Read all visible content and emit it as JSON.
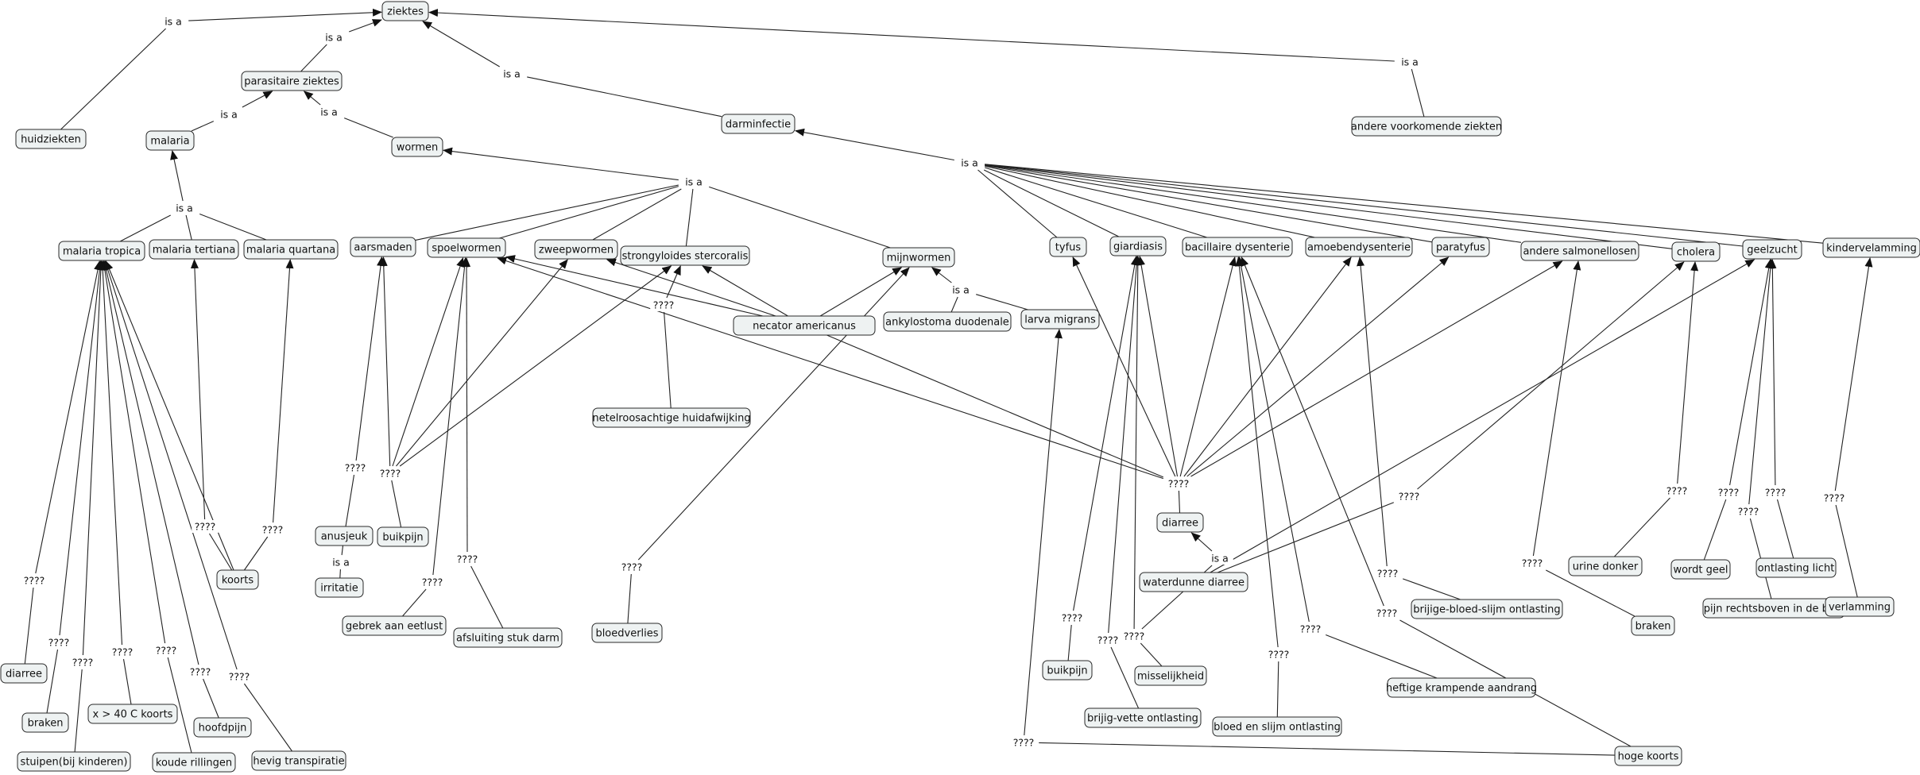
{
  "concept_map": {
    "accent_colors": {
      "node_fill": "#eef2f2",
      "node_border": "#2a2a2a",
      "line": "#222222"
    },
    "concepts": [
      {
        "id": "ziektes",
        "label": "ziektes"
      },
      {
        "id": "huidziekten",
        "label": "huidziekten"
      },
      {
        "id": "parasitaire",
        "label": "parasitaire ziektes"
      },
      {
        "id": "darminfectie",
        "label": "darminfectie"
      },
      {
        "id": "andere_voorkomende",
        "label": "andere voorkomende ziekten"
      },
      {
        "id": "malaria",
        "label": "malaria"
      },
      {
        "id": "wormen",
        "label": "wormen"
      },
      {
        "id": "malaria_tropica",
        "label": "malaria tropica"
      },
      {
        "id": "malaria_tertiana",
        "label": "malaria tertiana"
      },
      {
        "id": "malaria_quartana",
        "label": "malaria quartana"
      },
      {
        "id": "aarsmaden",
        "label": "aarsmaden"
      },
      {
        "id": "spoelwormen",
        "label": "spoelwormen"
      },
      {
        "id": "zweepwormen",
        "label": "zweepwormen"
      },
      {
        "id": "strongyloides",
        "label": "strongyloides stercoralis"
      },
      {
        "id": "mijnwormen",
        "label": "mijnwormen"
      },
      {
        "id": "necator",
        "label": "necator americanus"
      },
      {
        "id": "ankylostoma",
        "label": "ankylostoma duodenale"
      },
      {
        "id": "larva",
        "label": "larva migrans"
      },
      {
        "id": "tyfus",
        "label": "tyfus"
      },
      {
        "id": "giardiasis",
        "label": "giardiasis"
      },
      {
        "id": "bacillaire",
        "label": "bacillaire dysenterie"
      },
      {
        "id": "amoeben",
        "label": "amoebendysenterie"
      },
      {
        "id": "paratyfus",
        "label": "paratyfus"
      },
      {
        "id": "salmonellosen",
        "label": "andere salmonellosen"
      },
      {
        "id": "cholera",
        "label": "cholera"
      },
      {
        "id": "geelzucht",
        "label": "geelzucht"
      },
      {
        "id": "kinderverlamming",
        "label": "kindervelamming"
      },
      {
        "id": "netelroos",
        "label": "netelroosachtige huidafwijking"
      },
      {
        "id": "anusjeuk",
        "label": "anusjeuk"
      },
      {
        "id": "buikpijn1",
        "label": "buikpijn"
      },
      {
        "id": "irritatie",
        "label": "irritatie"
      },
      {
        "id": "gebrek",
        "label": "gebrek aan eetlust"
      },
      {
        "id": "afsluiting",
        "label": "afsluiting stuk darm"
      },
      {
        "id": "bloedverlies",
        "label": "bloedverlies"
      },
      {
        "id": "koorts",
        "label": "koorts"
      },
      {
        "id": "diarree1",
        "label": "diarree"
      },
      {
        "id": "braken1",
        "label": "braken"
      },
      {
        "id": "x40",
        "label": "x > 40 C koorts"
      },
      {
        "id": "hoofdpijn",
        "label": "hoofdpijn"
      },
      {
        "id": "stuipen",
        "label": "stuipen(bij kinderen)"
      },
      {
        "id": "rillingen",
        "label": "koude rillingen"
      },
      {
        "id": "transpiratie",
        "label": "hevig transpiratie"
      },
      {
        "id": "diarree2",
        "label": "diarree"
      },
      {
        "id": "waterdunne",
        "label": "waterdunne diarree"
      },
      {
        "id": "buikpijn2",
        "label": "buikpijn"
      },
      {
        "id": "misselijkheid",
        "label": "misselijkheid"
      },
      {
        "id": "brijig_vette",
        "label": "brijig-vette ontlasting"
      },
      {
        "id": "bloed_slijm",
        "label": "bloed en slijm ontlasting"
      },
      {
        "id": "brijige_bloed",
        "label": "brijige-bloed-slijm ontlasting"
      },
      {
        "id": "krampende",
        "label": "heftige krampende aandrang"
      },
      {
        "id": "hoge_koorts",
        "label": "hoge koorts"
      },
      {
        "id": "braken2",
        "label": "braken"
      },
      {
        "id": "urine",
        "label": "urine donker"
      },
      {
        "id": "wordt_geel",
        "label": "wordt geel"
      },
      {
        "id": "ontlasting_licht",
        "label": "ontlasting licht"
      },
      {
        "id": "pijn_rechts",
        "label": "pijn rechtsboven in de buik"
      },
      {
        "id": "verlamming",
        "label": "verlamming"
      }
    ],
    "phrases": [
      {
        "id": "p_isa_huid",
        "label": "is a"
      },
      {
        "id": "p_isa_par",
        "label": "is a"
      },
      {
        "id": "p_isa_darm",
        "label": "is a"
      },
      {
        "id": "p_isa_andere",
        "label": "is a"
      },
      {
        "id": "p_isa_malaria",
        "label": "is a"
      },
      {
        "id": "p_isa_wormen",
        "label": "is a"
      },
      {
        "id": "p_isa_mal_types",
        "label": "is a"
      },
      {
        "id": "p_isa_worm_types",
        "label": "is a"
      },
      {
        "id": "p_isa_ank",
        "label": "is a"
      },
      {
        "id": "p_isa_darm_types",
        "label": "is a"
      },
      {
        "id": "p_isa_irr",
        "label": "is a"
      },
      {
        "id": "p_isa_water",
        "label": "is a"
      },
      {
        "id": "q_mt_diarree",
        "label": "????"
      },
      {
        "id": "q_mt_braken",
        "label": "????"
      },
      {
        "id": "q_mt_stuipen",
        "label": "????"
      },
      {
        "id": "q_mt_x40",
        "label": "????"
      },
      {
        "id": "q_mt_rillingen",
        "label": "????"
      },
      {
        "id": "q_mt_hoofdpijn",
        "label": "????"
      },
      {
        "id": "q_mt_transp",
        "label": "????"
      },
      {
        "id": "q_koorts_l",
        "label": "????"
      },
      {
        "id": "q_koorts_r",
        "label": "????"
      },
      {
        "id": "q_anus",
        "label": "????"
      },
      {
        "id": "q_buik_w",
        "label": "????"
      },
      {
        "id": "q_gebrek",
        "label": "????"
      },
      {
        "id": "q_afsl",
        "label": "????"
      },
      {
        "id": "q_bloedv",
        "label": "????"
      },
      {
        "id": "q_netel",
        "label": "????"
      },
      {
        "id": "q_diarree",
        "label": "????"
      },
      {
        "id": "q_water",
        "label": "????"
      },
      {
        "id": "q_buik_g",
        "label": "????"
      },
      {
        "id": "q_brijig",
        "label": "????"
      },
      {
        "id": "q_missel",
        "label": "????"
      },
      {
        "id": "q_bloed_slijm",
        "label": "????"
      },
      {
        "id": "q_kramp",
        "label": "????"
      },
      {
        "id": "q_hoge",
        "label": "????"
      },
      {
        "id": "q_brijige",
        "label": "????"
      },
      {
        "id": "q_hoge_koorts",
        "label": "????"
      },
      {
        "id": "q_braken",
        "label": "????"
      },
      {
        "id": "q_urine",
        "label": "????"
      },
      {
        "id": "q_geel",
        "label": "????"
      },
      {
        "id": "q_pijn",
        "label": "????"
      },
      {
        "id": "q_licht",
        "label": "????"
      },
      {
        "id": "q_verl",
        "label": "????"
      }
    ]
  }
}
